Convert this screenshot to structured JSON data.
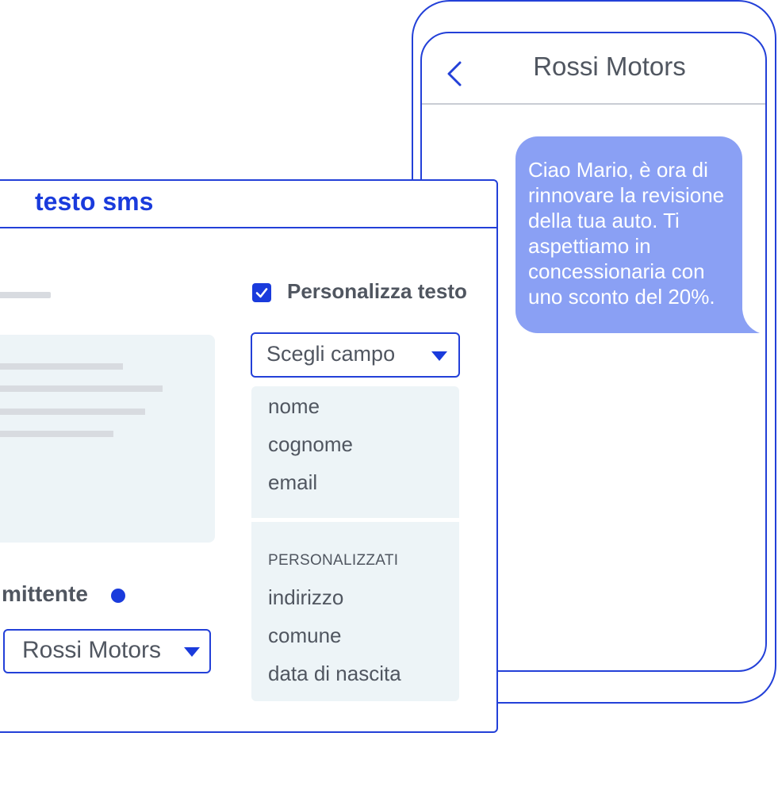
{
  "phone": {
    "contact_name": "Rossi Motors",
    "message": "Ciao Mario, è ora di rinnovare la revisione della tua auto. Ti aspettiamo in concessionaria con uno sconto del 20%."
  },
  "panel": {
    "title": "testo sms",
    "personalize_label": "Personalizza testo",
    "personalize_checked": true,
    "field_select": {
      "placeholder": "Scegli campo",
      "standard_options": [
        "nome",
        "cognome",
        "email"
      ],
      "custom_header": "PERSONALIZZATI",
      "custom_options": [
        "indirizzo",
        "comune",
        "data di nascita"
      ]
    },
    "sender_label": "mittente",
    "sender_value": "Rossi Motors"
  },
  "colors": {
    "accent": "#1a3bdc",
    "bubble": "#8aa0f4",
    "text": "#505660",
    "light_bg": "#edf4f7"
  }
}
